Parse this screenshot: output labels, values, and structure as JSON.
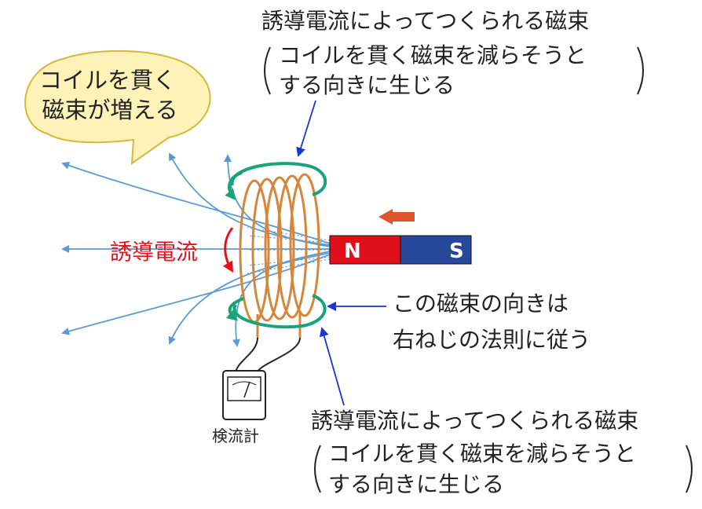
{
  "bubble": {
    "line1": "コイルを貫く",
    "line2": "磁束が増える"
  },
  "top_note": {
    "line1": "誘導電流によってつくられる磁束",
    "line2": "コイルを貫く磁束を減らそうと",
    "line3": "する向きに生じる"
  },
  "bottom_note": {
    "line1": "誘導電流によってつくられる磁束",
    "line2": "コイルを貫く磁束を減らそうと",
    "line3": "する向きに生じる"
  },
  "rule_note": {
    "line1": "この磁束の向きは",
    "line2": "右ねじの法則に従う"
  },
  "induced_current_label": "誘導電流",
  "galvanometer_label": "検流計",
  "magnet": {
    "north": "N",
    "south": "S"
  },
  "colors": {
    "field_line": "#5b9bd5",
    "coil": "#d6853a",
    "ring": "#1aa37a",
    "pointer": "#1a35d1",
    "current": "#e8101a",
    "magnet_north": "#e0101a",
    "magnet_south": "#27479a",
    "motion_arrow": "#e0542b",
    "bubble_fill": "#fdf2b8",
    "bubble_stroke": "#d7b83b"
  },
  "icons": {
    "motion": "left-arrow-icon",
    "current_dir": "down-arrow-icon"
  }
}
